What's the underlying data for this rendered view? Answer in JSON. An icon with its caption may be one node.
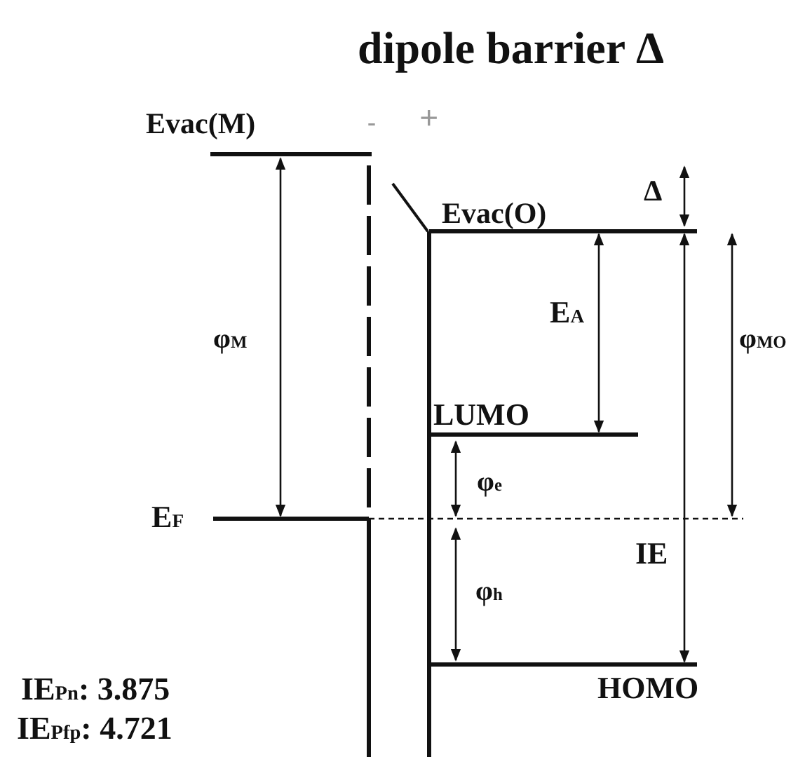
{
  "diagram": {
    "title": "dipole barrier Δ",
    "labels": [
      "Evac(M)",
      "-",
      "+",
      "Δ",
      "Evac(O)",
      "E$_{A}$",
      "φ$_{M}$",
      "φ$_{MO}$",
      "LUMO",
      "φ$_{e}$",
      "E$_{F}$",
      "IE",
      "φ$_{h}$",
      "HOMO",
      "IE$_{Pn}$: 3.875",
      "IE$_{Pfp}$: 4.721"
    ]
  }
}
